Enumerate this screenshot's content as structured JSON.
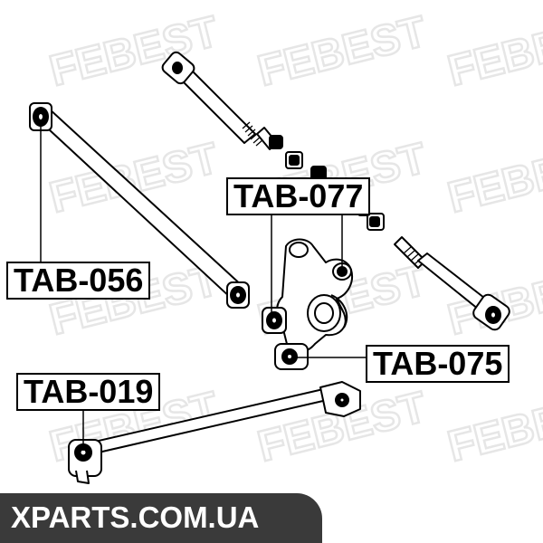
{
  "watermark": {
    "text": "FEBEST",
    "color": "#e6e6e6"
  },
  "labels": {
    "tab_077": "TAB-077",
    "tab_056": "TAB-056",
    "tab_075": "TAB-075",
    "tab_019": "TAB-019"
  },
  "footer": {
    "text": "XPARTS.COM.UA",
    "bg_color": "#3a3a3a",
    "text_color": "#ffffff"
  }
}
